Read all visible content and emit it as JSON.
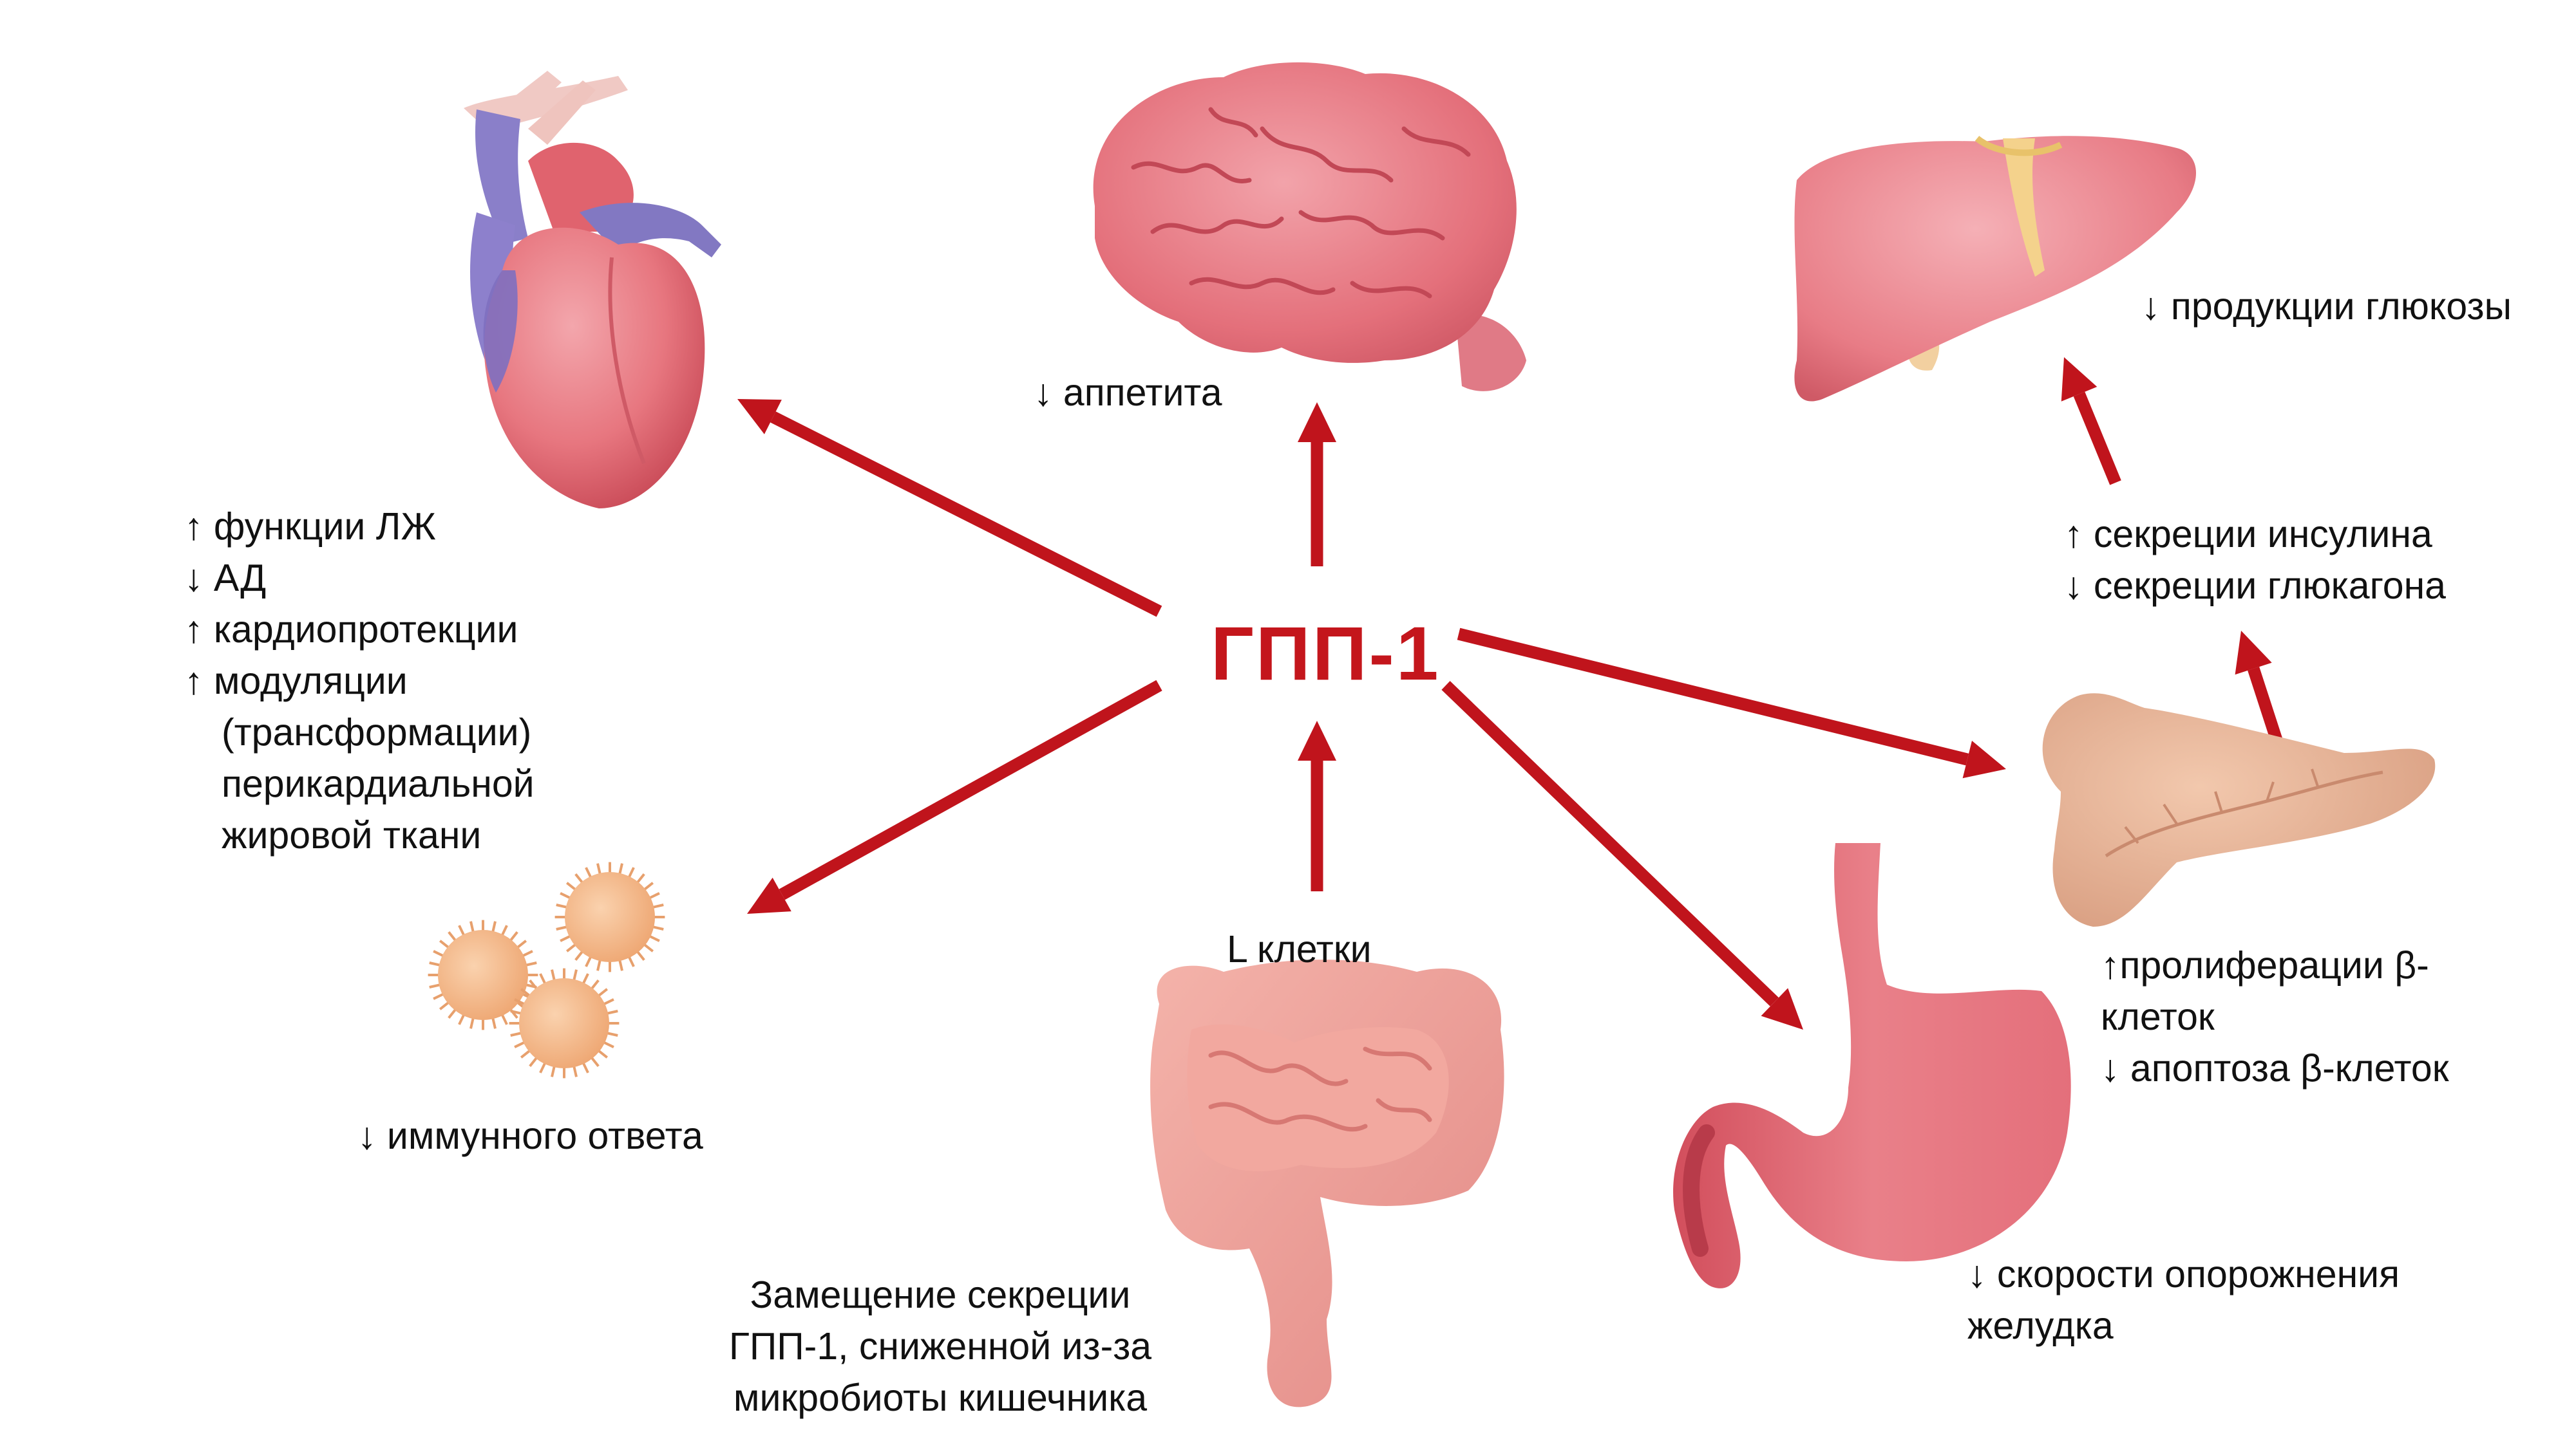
{
  "center": {
    "title": "ГПП-1"
  },
  "colors": {
    "arrow": "#c0141c",
    "title": "#c4161c",
    "organ_pink": "#e7767f",
    "organ_dark": "#c94a57",
    "pancreas": "#e2b095",
    "cell": "#f3b98b"
  },
  "labels": {
    "heart": [
      "↑ функции ЛЖ",
      "↓ АД",
      "↑ кардиопротекции",
      "↑ модуляции",
      "(трансформации)",
      "перикардиальной",
      "жировой ткани"
    ],
    "brain": "↓ аппетита",
    "liver": "↓ продукции глюкозы",
    "islets": [
      "↑ секреции инсулина",
      "↓ секреции глюкагона"
    ],
    "pancreas": [
      "↑пролиферации β-",
      "клеток",
      "↓ апоптоза β-клеток"
    ],
    "immune": "↓ иммунного ответа",
    "stomach": [
      "↓ скорости опорожнения",
      "желудка"
    ],
    "l_cells": "L клетки",
    "intestine": [
      "Замещение секреции",
      "ГПП-1, сниженной из-за",
      "микробиоты кишечника"
    ]
  },
  "icons": [
    "heart-icon",
    "brain-icon",
    "liver-icon",
    "pancreas-icon",
    "immune-cells-icon",
    "stomach-icon",
    "intestine-icon"
  ]
}
